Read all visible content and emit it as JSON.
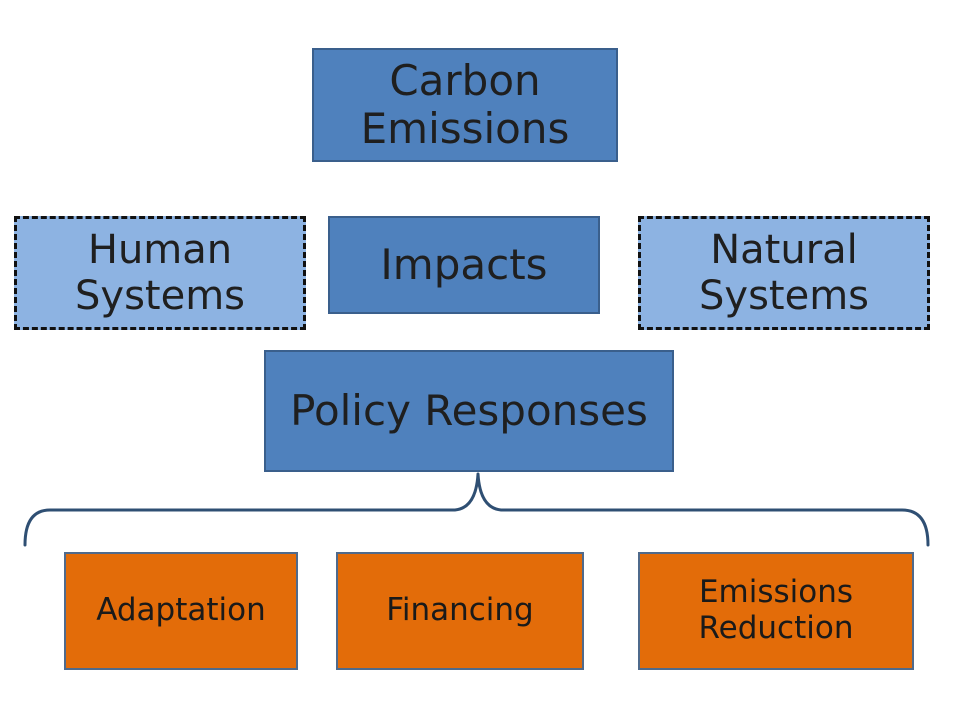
{
  "colors": {
    "primary_fill": "#4f81bd",
    "secondary_fill": "#8db3e2",
    "action_fill": "#e36c09",
    "bracket_stroke": "#2f4f73"
  },
  "nodes": {
    "carbon_emissions": "Carbon Emissions",
    "impacts": "Impacts",
    "human_systems": "Human Systems",
    "natural_systems": "Natural Systems",
    "policy_responses": "Policy Responses",
    "adaptation": "Adaptation",
    "financing": "Financing",
    "emissions_reduction": "Emissions Reduction"
  }
}
